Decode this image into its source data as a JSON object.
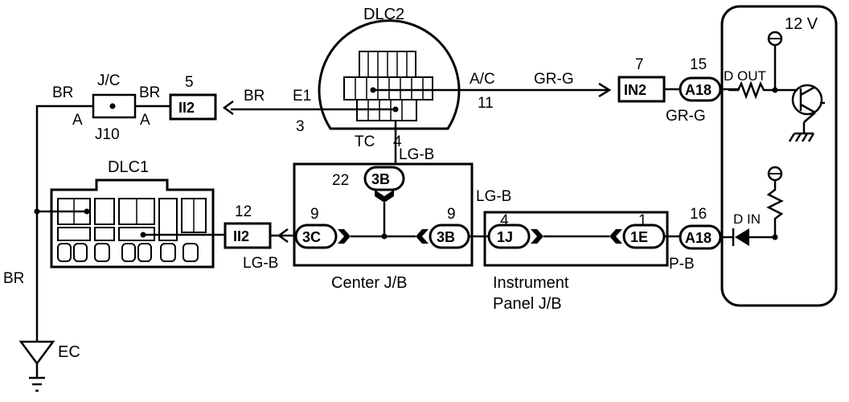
{
  "dlc2": {
    "title": "DLC2",
    "pin_e1": "E1",
    "pin_e1_num": "3",
    "pin_ac": "A/C",
    "pin_ac_num": "11",
    "pin_tc": "TC",
    "pin_tc_num": "4"
  },
  "dlc1": {
    "title": "DLC1"
  },
  "jc": {
    "label": "J/C",
    "code": "J10",
    "left_pin": "A",
    "right_pin": "A",
    "left_wire": "BR",
    "right_wire": "BR"
  },
  "conn_ii2_top": {
    "label": "II2",
    "pin": "5"
  },
  "conn_ii2_bottom": {
    "label": "II2",
    "pin": "12"
  },
  "wire_br_top": "BR",
  "wire_br_left": "BR",
  "wire_ac": "GR-G",
  "wire_tc": "LG-B",
  "wire_center_ip": "LG-B",
  "wire_dlc1": "LG-B",
  "wire_dout": "GR-G",
  "wire_din": "P-B",
  "conn_in2": {
    "label": "IN2",
    "pin": "7"
  },
  "conn_a18_top": {
    "label": "A18",
    "pin": "15"
  },
  "conn_a18_bottom": {
    "label": "A18",
    "pin": "16"
  },
  "center_jb": {
    "title": "Center J/B",
    "top": {
      "label": "3B",
      "pin": "22"
    },
    "left": {
      "label": "3C",
      "pin": "9"
    },
    "right": {
      "label": "3B",
      "pin": "9"
    }
  },
  "ip_jb": {
    "title_line1": "Instrument",
    "title_line2": "Panel J/B",
    "left": {
      "label": "1J",
      "pin": "4"
    },
    "right": {
      "label": "1E",
      "pin": "1"
    }
  },
  "ecu": {
    "voltage": "12 V",
    "dout": "D OUT",
    "din": "D IN"
  },
  "ground": {
    "label": "EC"
  }
}
